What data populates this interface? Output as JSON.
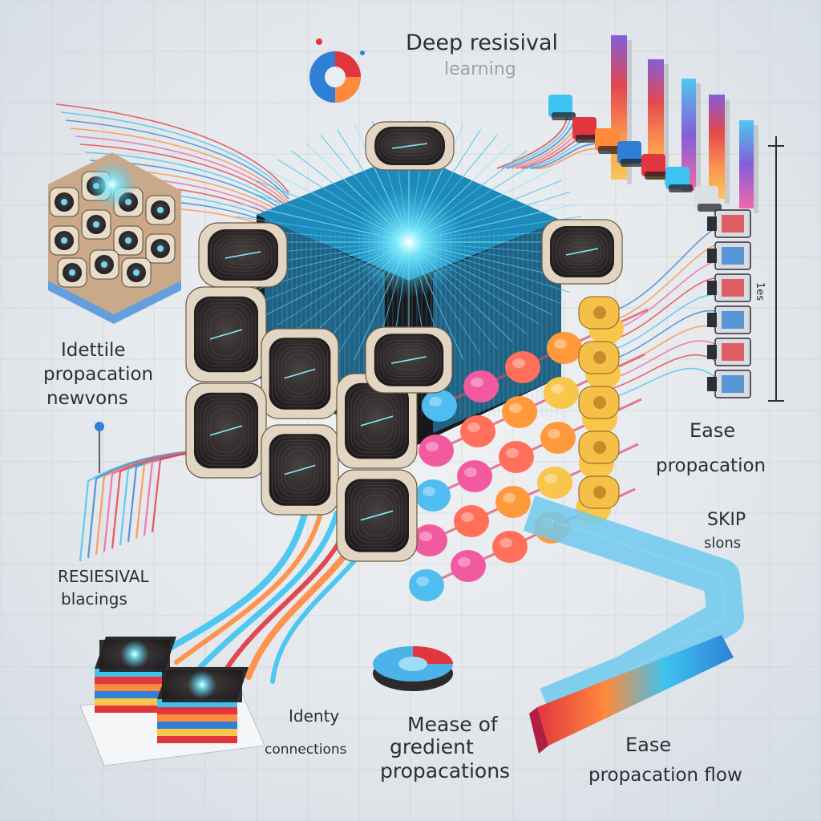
{
  "labels": {
    "title_line1": "Deep resisival",
    "title_line2": "learning",
    "left_top_1": "Idettile",
    "left_top_2": "propacation",
    "left_top_3": "newvons",
    "left_bottom_1": "RESIESIVAL",
    "left_bottom_2": "blacings",
    "right_mid_1": "Ease",
    "right_mid_2": "propacation",
    "right_skip_1": "SKIP",
    "right_skip_2": "slons",
    "right_side_tick": "1es",
    "bottom_left_1": "Identy",
    "bottom_left_2": "connections",
    "bottom_center_1": "Mease of",
    "bottom_center_2": "gredient",
    "bottom_center_3": "propacations",
    "bottom_right_1": "Ease",
    "bottom_right_2": "propacation flow"
  },
  "colors": {
    "background": "#e4e8ec",
    "ink": "#2b2f36",
    "cyan": "#3ec3f0",
    "blue": "#2f7fd6",
    "pink": "#f25aa0",
    "orange": "#ff8a3c",
    "yellow": "#f7c64a",
    "red": "#e2363e",
    "purple": "#7a4fd6",
    "module_shell": "#ddd0bd",
    "module_face": "#2d2a2b"
  }
}
